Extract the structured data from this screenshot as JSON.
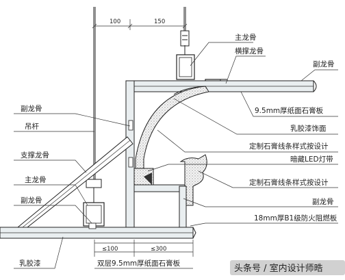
{
  "labels": {
    "main_keel_top": "主龙骨",
    "cross_keel": "横撑龙骨",
    "sub_keel_top_right": "副龙骨",
    "gypsum_board_95": "9.5mm厚纸面石膏板",
    "latex_paint_finish": "乳胶漆饰面",
    "custom_gypsum_line_1": "定制石膏线条样式按设计",
    "hidden_led": "暗藏LED灯带",
    "custom_gypsum_line_2": "定制石膏线条样式按设计",
    "sub_keel_right_low": "副龙骨",
    "fire_board": "18mm厚B1级防火阻燃板",
    "sub_keel_left": "副龙骨",
    "hanger_rod": "吊杆",
    "support_keel": "支撑龙骨",
    "main_keel_left": "主龙骨",
    "sub_keel_left_low": "副龙骨",
    "latex_paint": "乳胶漆",
    "double_board": "双层9.5mm厚纸面石膏板"
  },
  "dimensions": {
    "top_left": "100",
    "top_right": "150",
    "bottom_left": "≤100",
    "bottom_right": "≤300"
  },
  "watermark": "头条号 / 室内设计师晧"
}
